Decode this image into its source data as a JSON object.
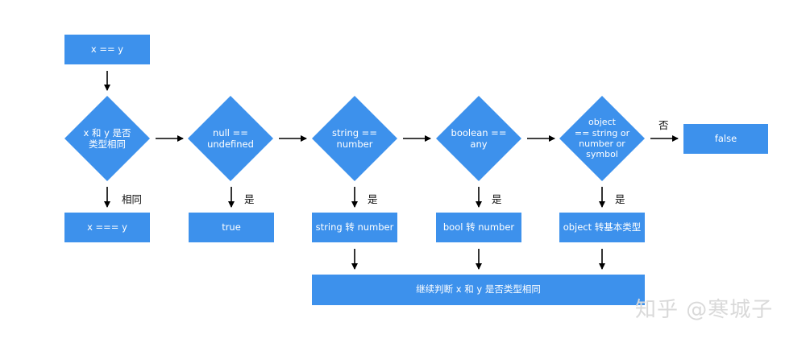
{
  "colors": {
    "node_fill": "#3d91ec",
    "node_text": "#ffffff",
    "arrow": "#000000",
    "label_text": "#111111",
    "watermark": "#d9d9d9"
  },
  "nodes": {
    "start": "x == y",
    "same_type": "x 和 y 是否\n类型相同",
    "null_undefined": "null ==\nundefined",
    "string_number": "string ==\nnumber",
    "boolean_any": "boolean ==\nany",
    "object_check": "object\n== string or\nnumber or\nsymbol",
    "false_box": "false",
    "strict_equal": "x === y",
    "true_box": "true",
    "string_to_number": "string 转 number",
    "bool_to_number": "bool 转 number",
    "object_to_primitive": "object 转基本类型",
    "continue": "继续判断 x 和 y 是否类型相同"
  },
  "edge_labels": {
    "same": "相同",
    "no": "否",
    "yes1": "是",
    "yes2": "是",
    "yes3": "是",
    "yes4": "是"
  },
  "watermark": "知乎 @寒城子"
}
